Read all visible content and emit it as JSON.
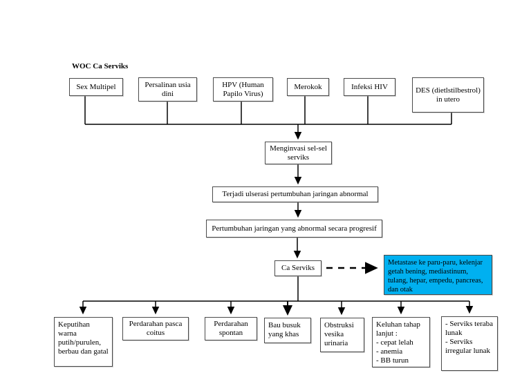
{
  "title": "WOC Ca Serviks",
  "colors": {
    "highlight": "#00b0f0",
    "line": "#000000",
    "border": "#4a4a4a"
  },
  "causes": [
    {
      "label": "Sex Multipel"
    },
    {
      "label": "Persalinan usia dini"
    },
    {
      "label": "HPV (Human Papilo Virus)"
    },
    {
      "label": "Merokok"
    },
    {
      "label": "Infeksi HIV"
    },
    {
      "label": "DES (dietlstilbestrol) in utero"
    }
  ],
  "process": {
    "invade": "Menginvasi sel-sel serviks",
    "ulceration": "Terjadi ulserasi pertumbuhan jaringan abnormal",
    "progressive": "Pertumbuhan jaringan yang abnormal secara progresif",
    "diagnosis": "Ca Serviks"
  },
  "metastasis": {
    "label": "Metastase ke paru-paru, kelenjar getah bening, mediastinum, tulang, hepar, empedu, pancreas, dan otak"
  },
  "symptoms": [
    {
      "label": "Keputihan warna putih/purulen, berbau dan gatal"
    },
    {
      "label": "Perdarahan pasca coitus"
    },
    {
      "label": "Perdarahan spontan"
    },
    {
      "label": "Bau busuk yang khas"
    },
    {
      "label": "Obstruksi vesika urinaria"
    },
    {
      "label": "Keluhan tahap lanjut :\n- cepat lelah\n- anemia\n- BB turun"
    },
    {
      "label": "- Serviks teraba lunak\n- Serviks irregular lunak"
    }
  ]
}
